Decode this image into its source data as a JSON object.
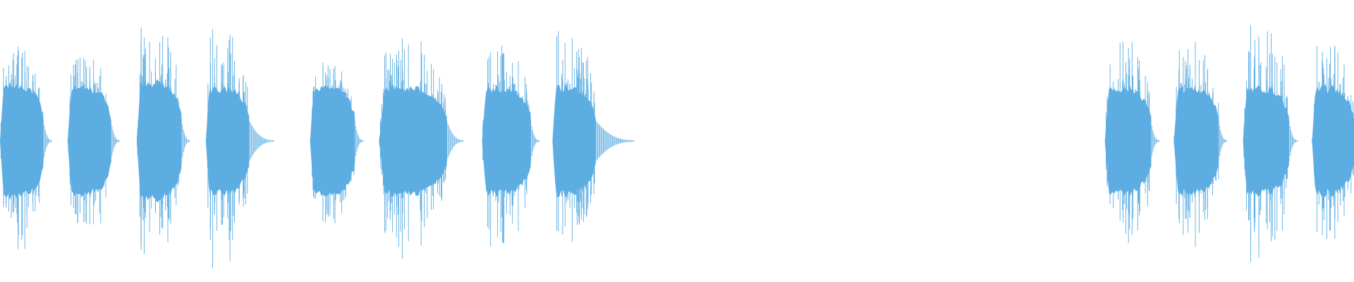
{
  "waveform": {
    "color": "#5dade2",
    "background": "#ffffff",
    "bursts": [
      {
        "start": 0.0,
        "end": 0.032,
        "peak": 0.68,
        "body": 0.42,
        "tail": 0.006
      },
      {
        "start": 0.05,
        "end": 0.082,
        "peak": 0.62,
        "body": 0.4,
        "tail": 0.006
      },
      {
        "start": 0.101,
        "end": 0.134,
        "peak": 0.82,
        "body": 0.44,
        "tail": 0.006
      },
      {
        "start": 0.152,
        "end": 0.184,
        "peak": 0.82,
        "body": 0.4,
        "tail": 0.018
      },
      {
        "start": 0.229,
        "end": 0.262,
        "peak": 0.56,
        "body": 0.4,
        "tail": 0.006
      },
      {
        "start": 0.28,
        "end": 0.33,
        "peak": 0.75,
        "body": 0.4,
        "tail": 0.012
      },
      {
        "start": 0.356,
        "end": 0.392,
        "peak": 0.68,
        "body": 0.4,
        "tail": 0.006
      },
      {
        "start": 0.408,
        "end": 0.44,
        "peak": 0.78,
        "body": 0.4,
        "tail": 0.028
      },
      {
        "start": 0.816,
        "end": 0.85,
        "peak": 0.76,
        "body": 0.4,
        "tail": 0.006
      },
      {
        "start": 0.867,
        "end": 0.9,
        "peak": 0.72,
        "body": 0.4,
        "tail": 0.006
      },
      {
        "start": 0.918,
        "end": 0.952,
        "peak": 0.88,
        "body": 0.4,
        "tail": 0.006
      },
      {
        "start": 0.969,
        "end": 1.0,
        "peak": 0.7,
        "body": 0.4,
        "tail": 0.0
      }
    ]
  }
}
